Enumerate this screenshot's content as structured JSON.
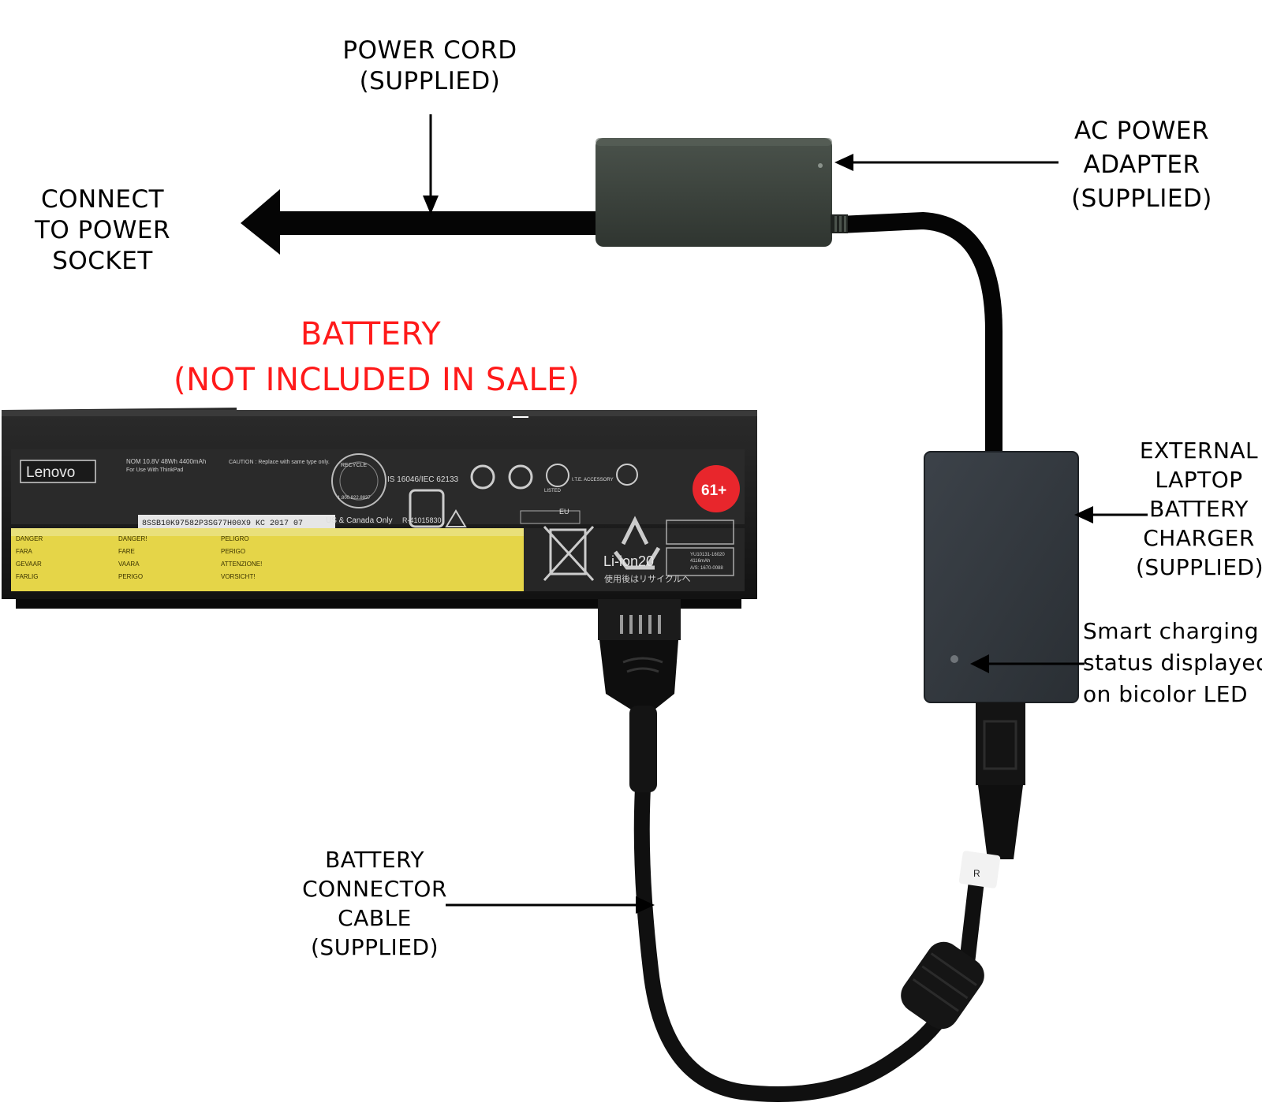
{
  "labels": {
    "power_cord": [
      "POWER CORD",
      "(SUPPLIED)"
    ],
    "connect_socket": [
      "CONNECT",
      "TO POWER",
      "SOCKET"
    ],
    "ac_adapter": [
      "AC POWER",
      "ADAPTER",
      "(SUPPLIED)"
    ],
    "battery_title": [
      "BATTERY",
      "(NOT INCLUDED IN SALE)"
    ],
    "external_charger": [
      "EXTERNAL",
      "LAPTOP",
      "BATTERY",
      "CHARGER",
      "(SUPPLIED)"
    ],
    "smart_charging": [
      "Smart charging",
      "status displayed",
      "on bicolor LED"
    ],
    "connector_cable": [
      "BATTERY",
      "CONNECTOR",
      "CABLE",
      "(SUPPLIED)"
    ]
  },
  "battery": {
    "brand": "Lenovo",
    "spec": "NOM 10.8V   48Wh  4400mAh",
    "for_use": "For Use With ThinkPad",
    "barcode": "8SSB10K97582P3SG77H00X9  KC 2017 07",
    "standard": "IS 16046/IEC 62133",
    "region": "US & Canada Only",
    "cert": "R-41015830",
    "badge": "61+",
    "chem": "Li-ion20",
    "eu": "EU",
    "recycle": "RECYCLE",
    "recycle_phone": "1.800.822.8837",
    "caution": "CAUTION : Replace with same type only.",
    "listed": "LISTED",
    "ite": "I.T.E. ACCESSORY",
    "japanese": "使用後はリサイクルへ",
    "warnings": [
      "DANGER",
      "FARA",
      "GEVAAR",
      "FARLIG",
      "DANGER!",
      "FARE",
      "VAARA",
      "PERIGO",
      "PELIGRO",
      "PERIGO",
      "ATTENZIONE!",
      "VORSICHT!"
    ],
    "model_code": "YU10131-16020",
    "capacity": "4116mAh",
    "ais": "A/S: 1670-0088"
  },
  "charger": {
    "tag": "R"
  },
  "colors": {
    "title_red": "#ff1a1a",
    "adapter_body": "#3a413b",
    "charger_body": "#2f343a",
    "battery_body": "#1c1c1c",
    "warning_yellow": "#e8d84a",
    "badge_red": "#e8262c"
  }
}
